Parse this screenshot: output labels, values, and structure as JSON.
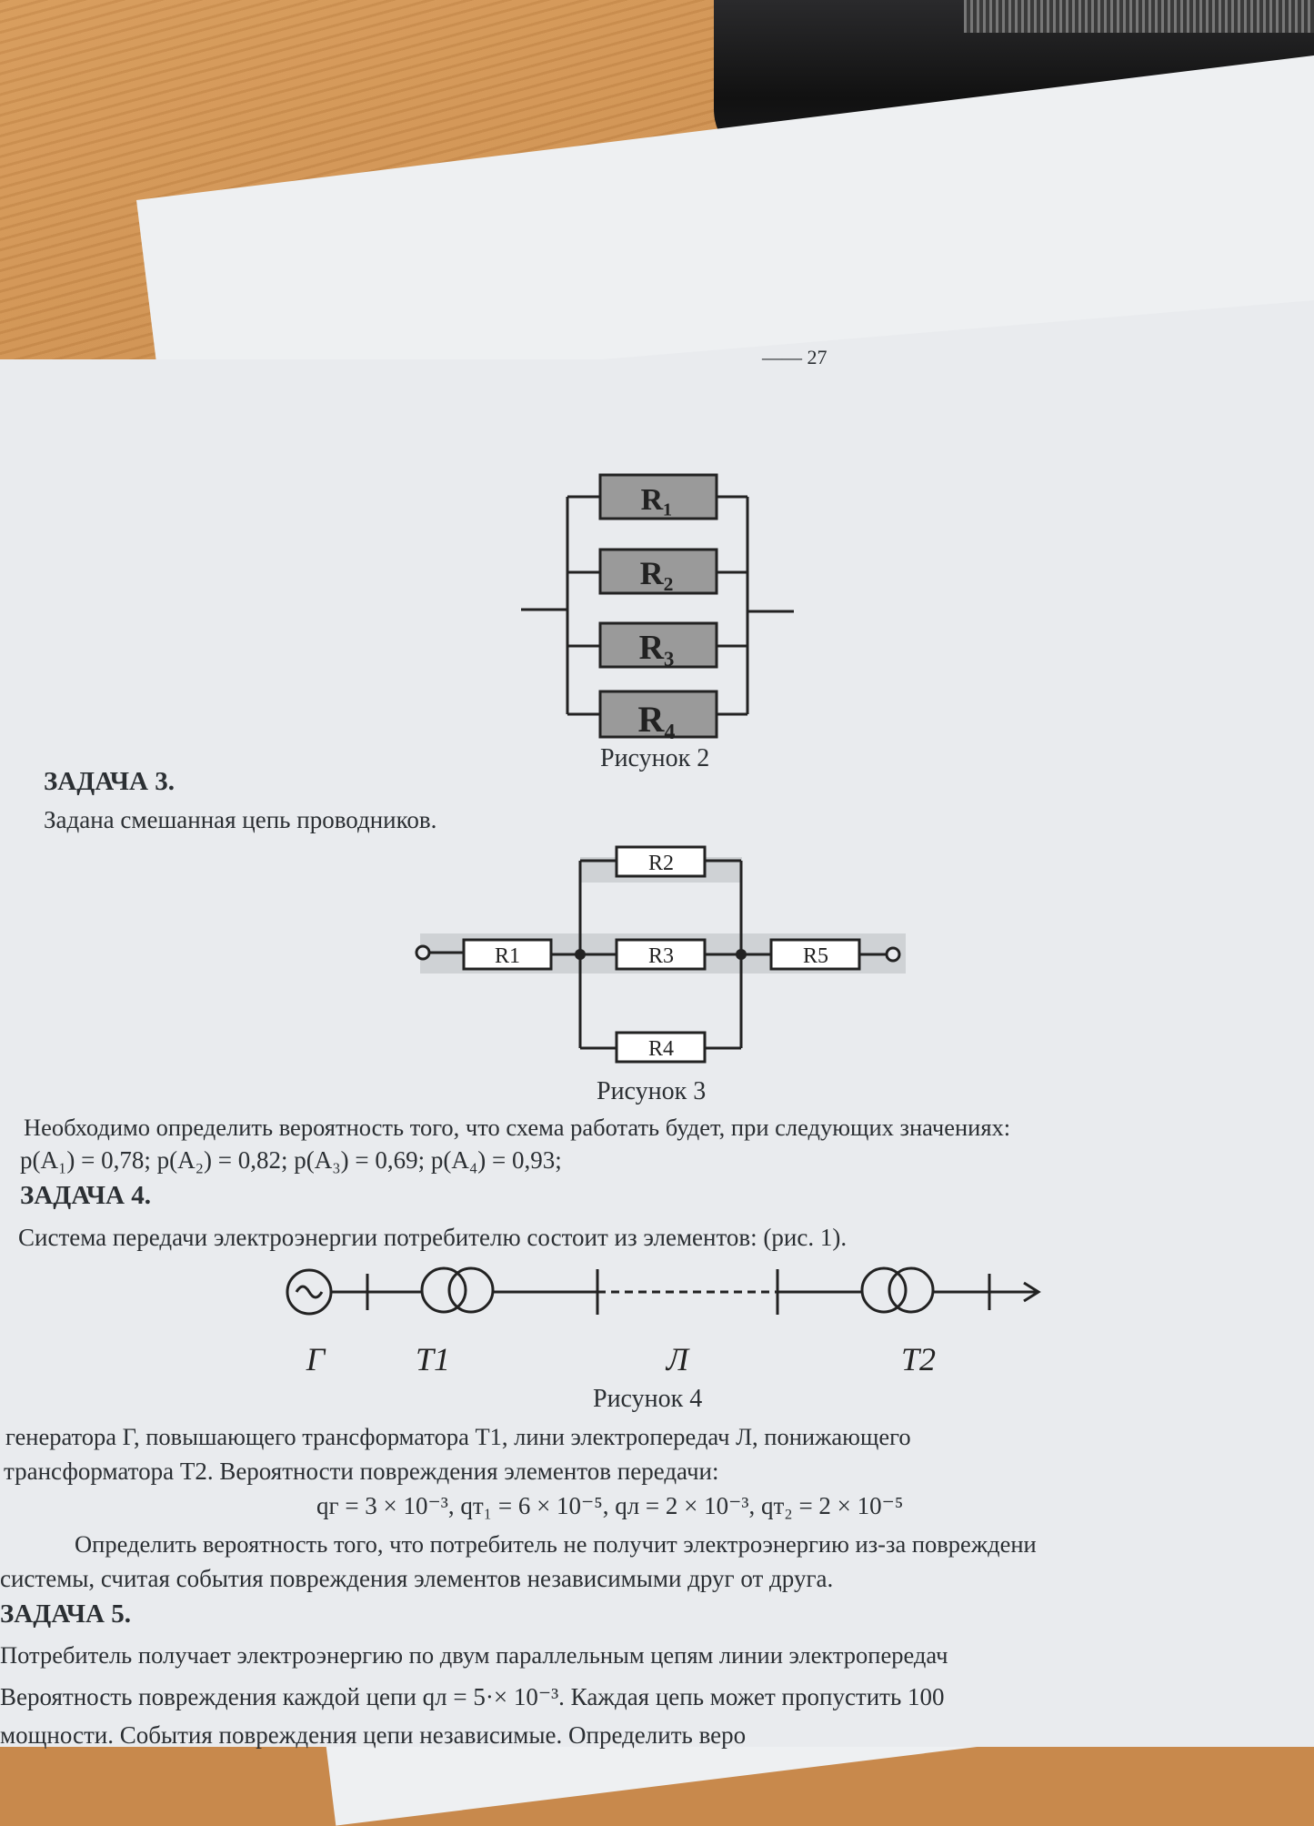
{
  "header_fragment": "—— 27",
  "fig2": {
    "resistors": [
      "R₁",
      "R₂",
      "R₃",
      "R₄"
    ],
    "caption": "Рисунок 2"
  },
  "task3": {
    "title": "ЗАДАЧА 3.",
    "intro": "Задана смешанная цепь проводников.",
    "fig": {
      "resistors": [
        "R1",
        "R2",
        "R3",
        "R4",
        "R5"
      ],
      "caption": "Рисунок 3"
    },
    "question": "Необходимо определить вероятность того, что схема работать будет, при следующих значениях:",
    "values": "p(A₁) = 0,78; p(A₂) = 0,82; p(A₃) = 0,69; p(A₄) = 0,93;"
  },
  "task4": {
    "title": "ЗАДАЧА 4.",
    "intro": "Система передачи электроэнергии потребителю состоит из элементов: (рис. 1).",
    "fig": {
      "labels": [
        "Г",
        "T1",
        "Л",
        "T2"
      ],
      "caption": "Рисунок 4"
    },
    "line1": "генератора  Г,  повышающего  трансформатора  Т1,  лини  электропередач  Л,  понижающего",
    "line2": "трансформатора Т2. Вероятности повреждения элементов передачи:",
    "formula": "qг = 3 × 10⁻³,  qт₁ = 6 × 10⁻⁵, qл = 2 × 10⁻³, qт₂ = 2 × 10⁻⁵",
    "line3": "Определить вероятность того, что потребитель не получит электроэнергию из-за повреждени",
    "line4": "системы, считая события повреждения элементов независимыми друг от друга."
  },
  "task5": {
    "title": "ЗАДАЧА 5.",
    "line1": "Потребитель  получает  электроэнергию  по  двум  параллельным  цепям  линии  электропередач",
    "line2": "Вероятность  повреждения  каждой  цепи  qл  =  5·×  10⁻³.  Каждая  цепь  может  пропустить  100",
    "line3": "мощности. События повреждения цепи независимые. Определить веро"
  }
}
